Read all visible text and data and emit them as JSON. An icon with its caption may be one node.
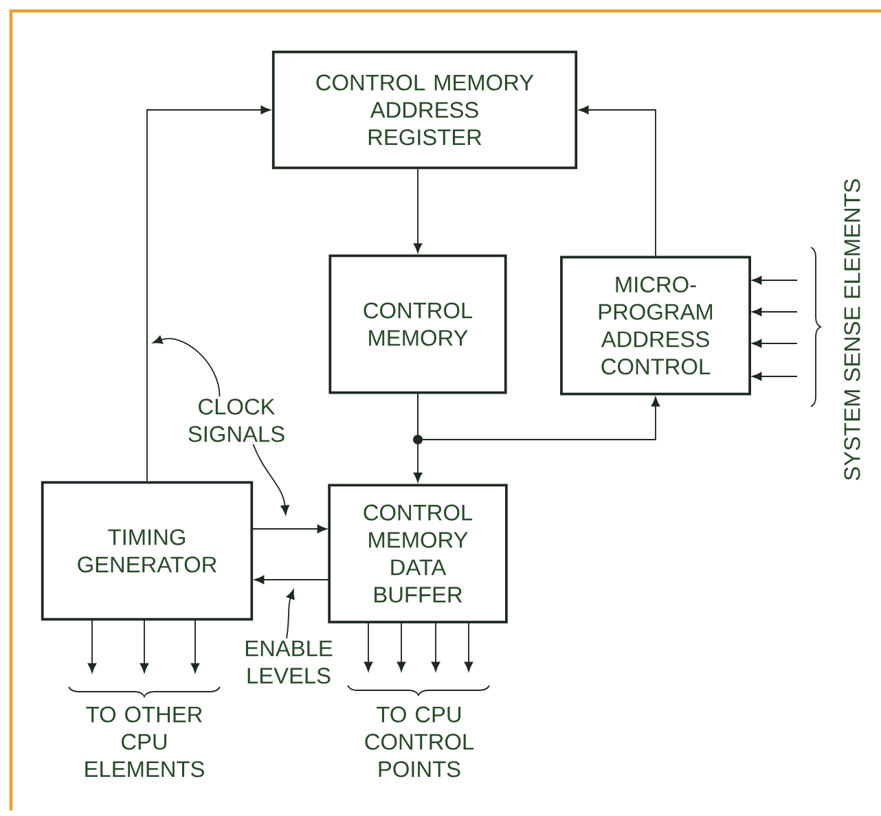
{
  "diagram": {
    "nodes": [
      {
        "text": [
          "CONTROL MEMORY ADDRESS REGISTER"
        ]
      },
      {
        "text": [
          "CONTROL MEMORY"
        ]
      },
      {
        "text": [
          "MICRO-PROGRAM ADDRESS CONTROL"
        ]
      },
      {
        "text": [
          "CLOCK SIGNALS"
        ]
      },
      {
        "text": [
          "TIMING GENERATOR"
        ]
      },
      {
        "text": [
          "CONTROL MEMORY DATA BUFFER"
        ]
      },
      {
        "text": [
          "ENABLE LEVELS"
        ]
      }
    ],
    "edges": [
      {
        "from": 0,
        "to": 1,
        "arrow": "to"
      },
      {
        "from": 2,
        "to": 0,
        "arrow": "to"
      },
      {
        "from": 4,
        "to": 0,
        "arrow": "to"
      },
      {
        "from": 1,
        "to": 5,
        "arrow": "to"
      },
      {
        "from": 1,
        "to": 2,
        "arrow": "to"
      },
      {
        "from": 4,
        "to": 5,
        "arrow": "to"
      },
      {
        "from": 5,
        "to": 4,
        "arrow": "to"
      },
      {
        "from": 3,
        "to": null,
        "arrow": "to"
      },
      {
        "from": 3,
        "to": null,
        "arrow": "to"
      },
      {
        "from": 6,
        "to": null,
        "arrow": "to"
      },
      {
        "from": null,
        "to": 2,
        "arrow": "to"
      },
      {
        "from": null,
        "to": 2,
        "arrow": "to"
      },
      {
        "from": null,
        "to": 2,
        "arrow": "to"
      },
      {
        "from": null,
        "to": 2,
        "arrow": "to"
      },
      {
        "from": 4,
        "to": null,
        "arrow": "to"
      },
      {
        "from": 4,
        "to": null,
        "arrow": "to"
      },
      {
        "from": 4,
        "to": null,
        "arrow": "to"
      },
      {
        "from": 5,
        "to": null,
        "arrow": "to"
      },
      {
        "from": 5,
        "to": null,
        "arrow": "to"
      },
      {
        "from": 5,
        "to": null,
        "arrow": "to"
      },
      {
        "from": 5,
        "to": null,
        "arrow": "to"
      }
    ],
    "labels": [
      "SYSTEM SENSE ELEMENTS",
      "TO OTHER CPU ELEMENTS",
      "TO CPU CONTROL POINTS"
    ]
  }
}
